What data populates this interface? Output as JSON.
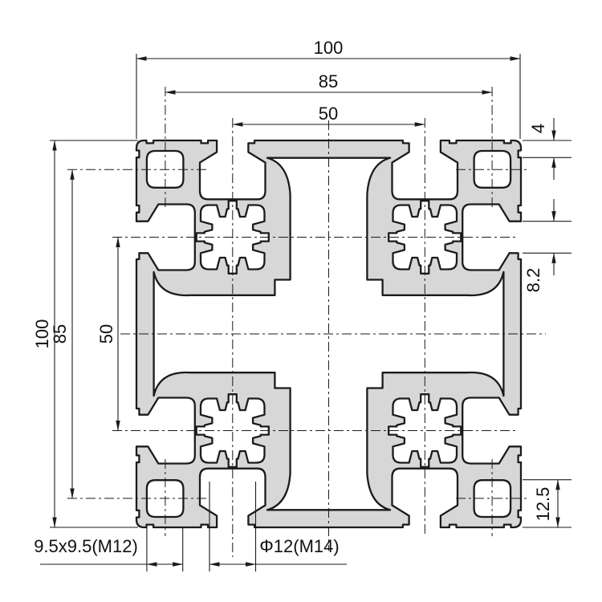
{
  "type": "technical-drawing",
  "subject": "aluminum-extrusion-profile-cross-section",
  "colors": {
    "material_fill": "#d7d7d7",
    "line": "#1b1b1b",
    "background": "#ffffff"
  },
  "dimensions": {
    "top": {
      "overall": "100",
      "hole_centers": "85",
      "slot_centers": "50"
    },
    "left": {
      "overall": "100",
      "hole_centers": "85",
      "slot_centers": "50"
    },
    "right": {
      "lip_depth": "4",
      "slot_opening": "8.2",
      "foot_height": "12.5"
    },
    "bottom": {
      "corner_hole": "9.5x9.5(M12)",
      "center_bore": "Φ12(M14)"
    }
  }
}
